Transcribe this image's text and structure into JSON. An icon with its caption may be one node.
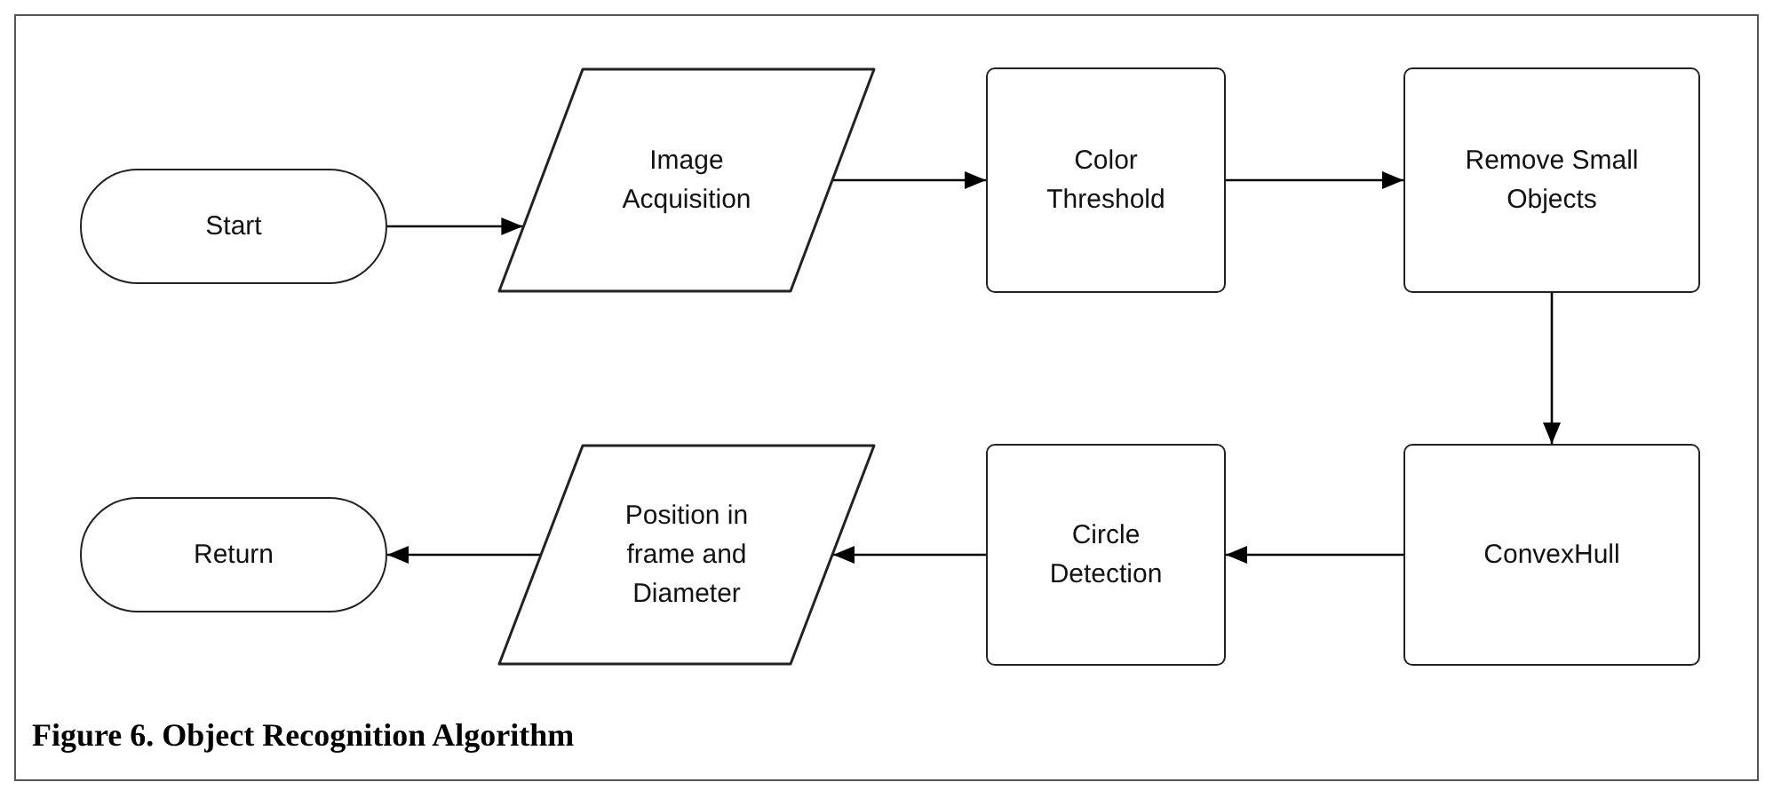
{
  "diagram": {
    "caption": "Figure 6. Object Recognition Algorithm",
    "nodes": [
      {
        "text": [
          "Start"
        ]
      },
      {
        "text": [
          "Image Acquisition"
        ]
      },
      {
        "text": [
          "Color Threshold"
        ]
      },
      {
        "text": [
          "Remove Small Objects"
        ]
      },
      {
        "text": [
          "ConvexHull"
        ]
      },
      {
        "text": [
          "Circle Detection"
        ]
      },
      {
        "text": [
          "Position in frame and Diameter"
        ]
      },
      {
        "text": [
          "Return"
        ]
      }
    ],
    "edges": [
      {
        "from": 0,
        "to": 1,
        "arrow": "to"
      },
      {
        "from": 1,
        "to": 2,
        "arrow": "to"
      },
      {
        "from": 2,
        "to": 3,
        "arrow": "to"
      },
      {
        "from": 3,
        "to": 4,
        "arrow": "to"
      },
      {
        "from": 4,
        "to": 5,
        "arrow": "to"
      },
      {
        "from": 5,
        "to": 6,
        "arrow": "to"
      },
      {
        "from": 6,
        "to": 7,
        "arrow": "to"
      }
    ]
  }
}
